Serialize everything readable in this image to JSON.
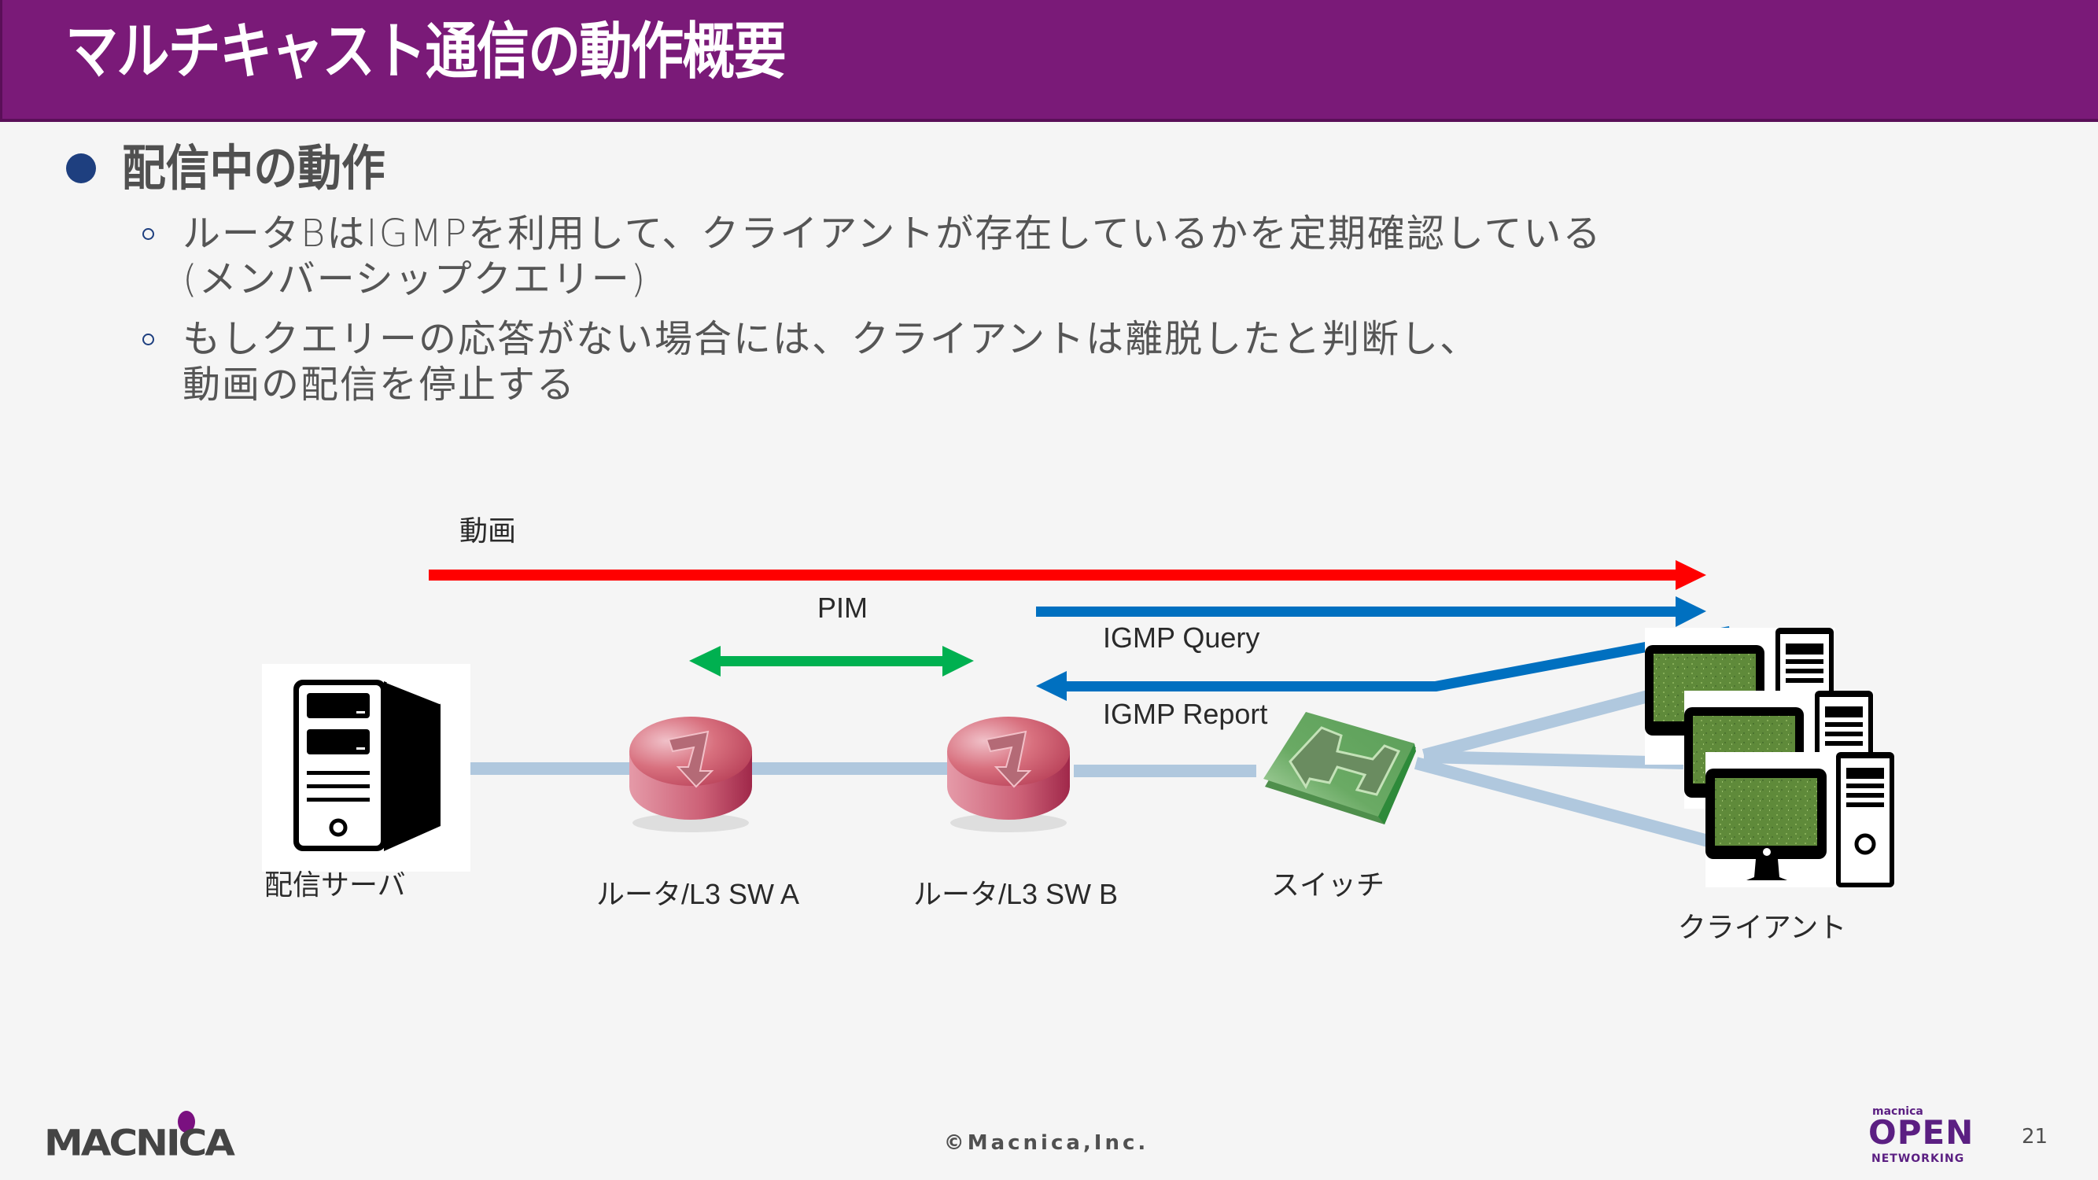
{
  "slide": {
    "title": "マルチキャスト通信の動作概要",
    "heading": "配信中の動作",
    "bullets": [
      {
        "line1": "ルータBはIGMPを利用して、クライアントが存在しているかを定期確認している",
        "line2": "(メンバーシップクエリー)"
      },
      {
        "line1": "もしクエリーの応答がない場合には、クライアントは離脱したと判断し、",
        "line2": "動画の配信を停止する"
      }
    ]
  },
  "diagram": {
    "flows": {
      "video": {
        "label": "動画",
        "color": "#ff0000",
        "direction": "right"
      },
      "pim": {
        "label": "PIM",
        "color": "#00b050",
        "direction": "both"
      },
      "igmp_query": {
        "label": "IGMP Query",
        "color": "#0070c0",
        "direction": "right"
      },
      "igmp_report": {
        "label": "IGMP Report",
        "color": "#0070c0",
        "direction": "left"
      }
    },
    "link_color": "#b0c8de",
    "nodes": {
      "server": {
        "label": "配信サーバ",
        "icon": "server-tower-icon"
      },
      "router_a": {
        "label": "ルータ/L3 SW A",
        "icon": "router-icon"
      },
      "router_b": {
        "label": "ルータ/L3 SW B",
        "icon": "router-icon"
      },
      "switch": {
        "label": "スイッチ",
        "icon": "switch-icon"
      },
      "clients": {
        "label": "クライアント",
        "icon": "desktop-pc-icon",
        "count": 3
      }
    }
  },
  "footer": {
    "company_logo": "MACNICA",
    "copyright": "©Macnica,Inc.",
    "open_logo": {
      "small": "macnica",
      "big": "OPEN",
      "bottom": "NETWORKING"
    },
    "page_number": "21"
  },
  "colors": {
    "header_bg": "#7a1a78",
    "bullet": "#1e3f7f",
    "brand_purple": "#5b1f82"
  }
}
